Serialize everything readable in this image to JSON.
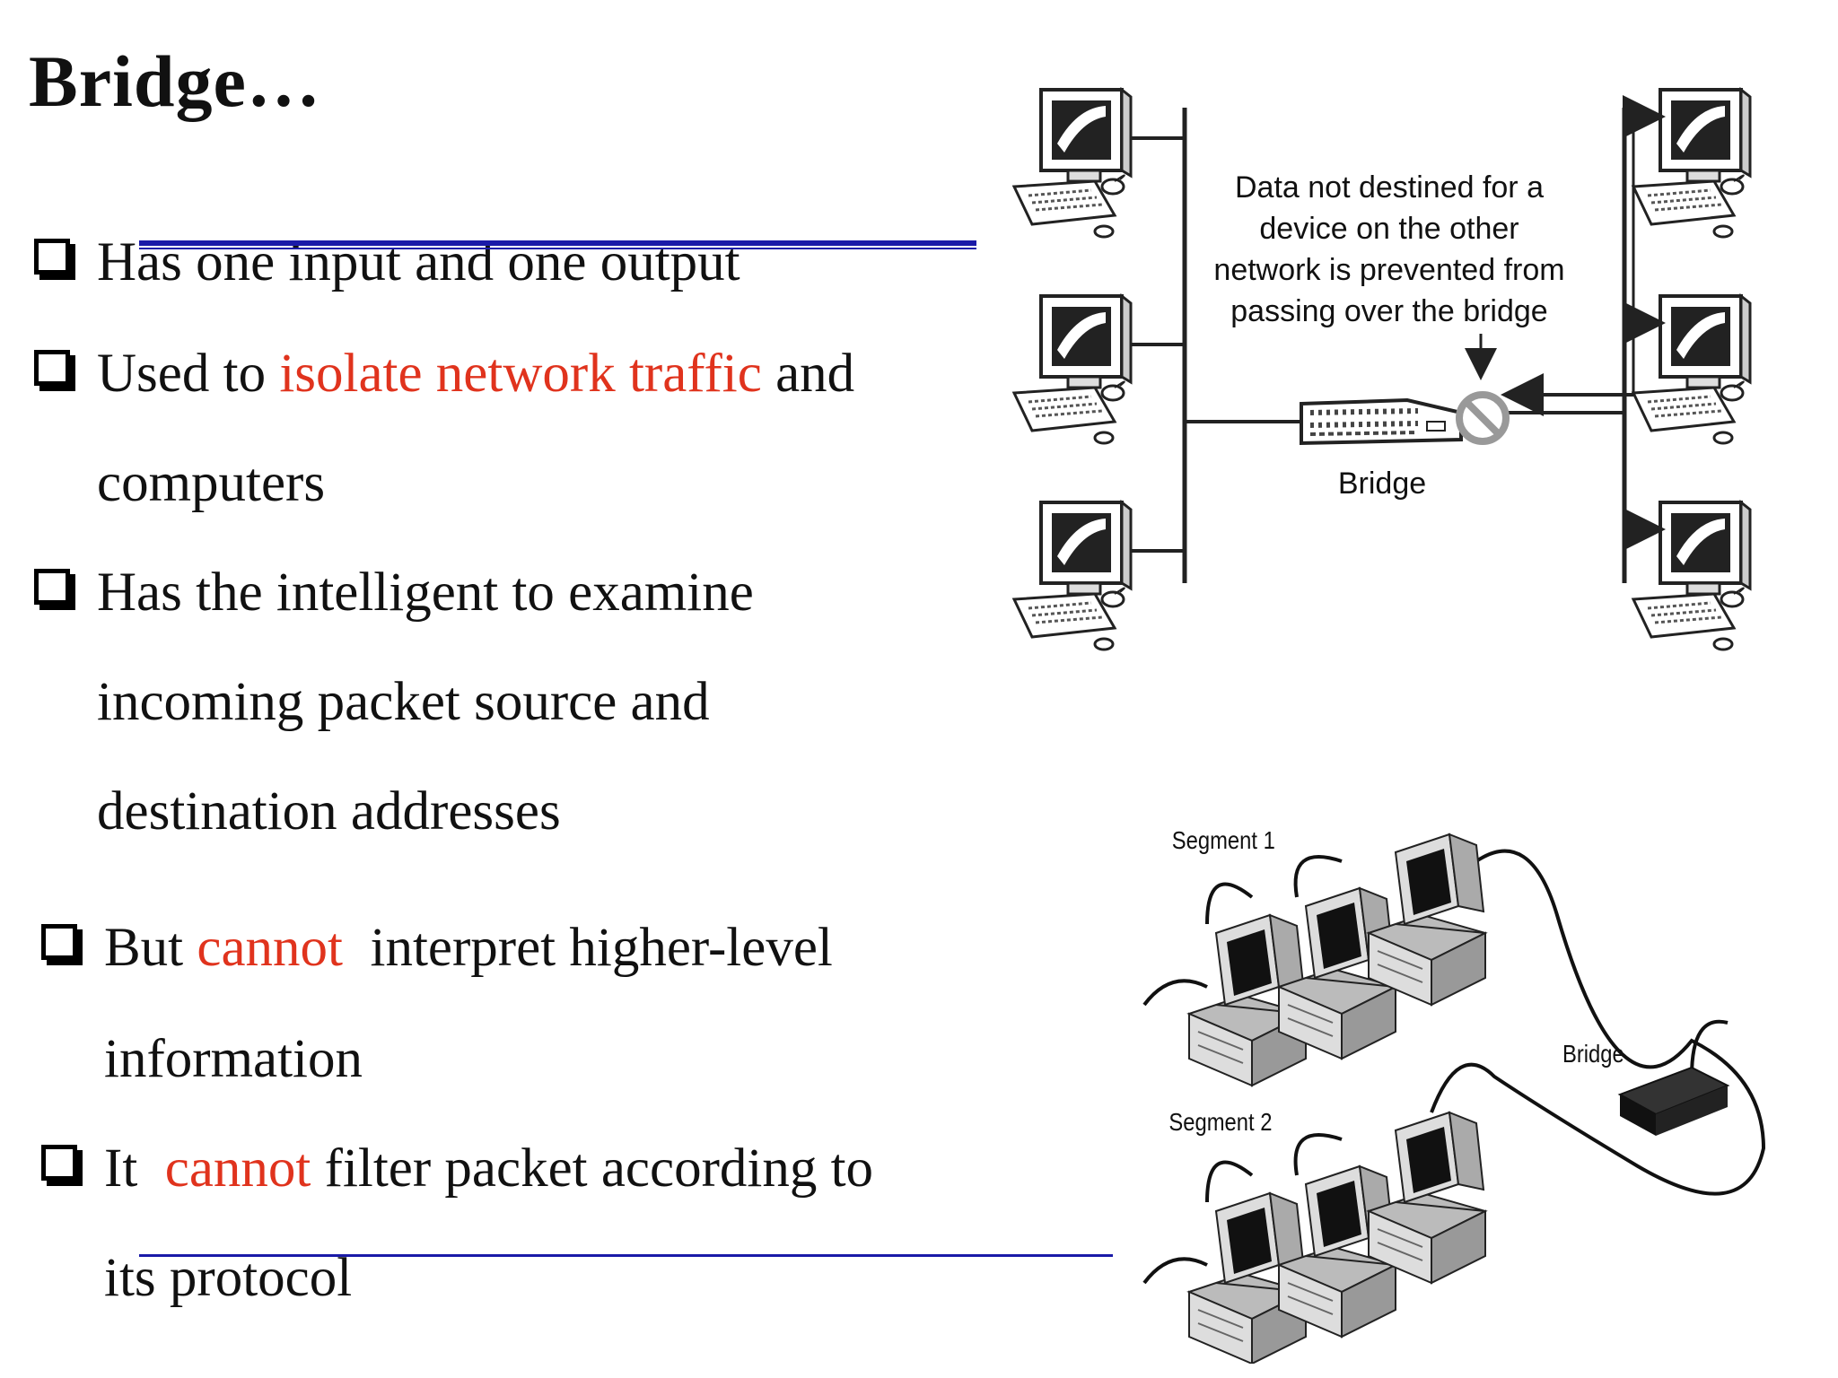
{
  "slide": {
    "title": "Bridge…",
    "bullets": [
      {
        "lines": [
          [
            {
              "text": "Has one input and one output"
            }
          ]
        ]
      },
      {
        "lines": [
          [
            {
              "text": "Used to "
            },
            {
              "text": "isolate network traffic",
              "color": "#e0331d"
            },
            {
              "text": " and"
            }
          ],
          [
            {
              "text": "computers"
            }
          ]
        ]
      },
      {
        "lines": [
          [
            {
              "text": "Has the intelligent to examine"
            }
          ],
          [
            {
              "text": "incoming packet source and"
            }
          ],
          [
            {
              "text": "destination addresses"
            }
          ]
        ]
      },
      {
        "lines": [
          [
            {
              "text": "But "
            },
            {
              "text": "cannot",
              "color": "#e0331d"
            },
            {
              "text": "  interpret higher-level"
            }
          ],
          [
            {
              "text": "information"
            }
          ]
        ]
      },
      {
        "lines": [
          [
            {
              "text": "It  "
            },
            {
              "text": "cannot",
              "color": "#e0331d"
            },
            {
              "text": " filter packet according to"
            }
          ],
          [
            {
              "text": "its protocol"
            }
          ]
        ]
      }
    ]
  },
  "diagram_top": {
    "caption": [
      "Data not destined for a",
      "device on the other",
      "network is prevented from",
      "passing over the bridge"
    ],
    "bridge_label": "Bridge"
  },
  "diagram_bottom": {
    "segment1_label": "Segment 1",
    "segment2_label": "Segment 2",
    "bridge_label": "Bridge"
  },
  "annotation_color": "#1a1aa8",
  "accent_color": "#e0331d"
}
